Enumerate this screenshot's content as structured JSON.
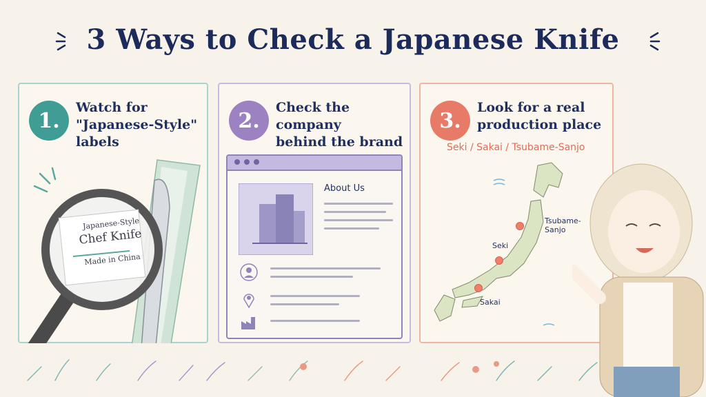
{
  "title": "3 Ways to Check a Japanese Knife",
  "cards": [
    {
      "number": "1.",
      "title": "Watch for\n\"Japanese-Style\"\nlabels",
      "label_line1": "Japanese-Style",
      "label_line2": "Chef Knife",
      "label_line3": "Made in China"
    },
    {
      "number": "2.",
      "title": "Check the company\nbehind the brand",
      "about": "About Us"
    },
    {
      "number": "3.",
      "title": "Look for a real\nproduction place",
      "places": "Seki / Sakai / Tsubame-Sanjo",
      "map_labels": {
        "tsubame": "Tsubame-\nSanjo",
        "seki": "Seki",
        "sakai": "Sakai"
      }
    }
  ],
  "colors": {
    "teal": "#3f9d95",
    "purple": "#9d82c2",
    "coral": "#e87a68",
    "navy": "#1c2b5a"
  }
}
